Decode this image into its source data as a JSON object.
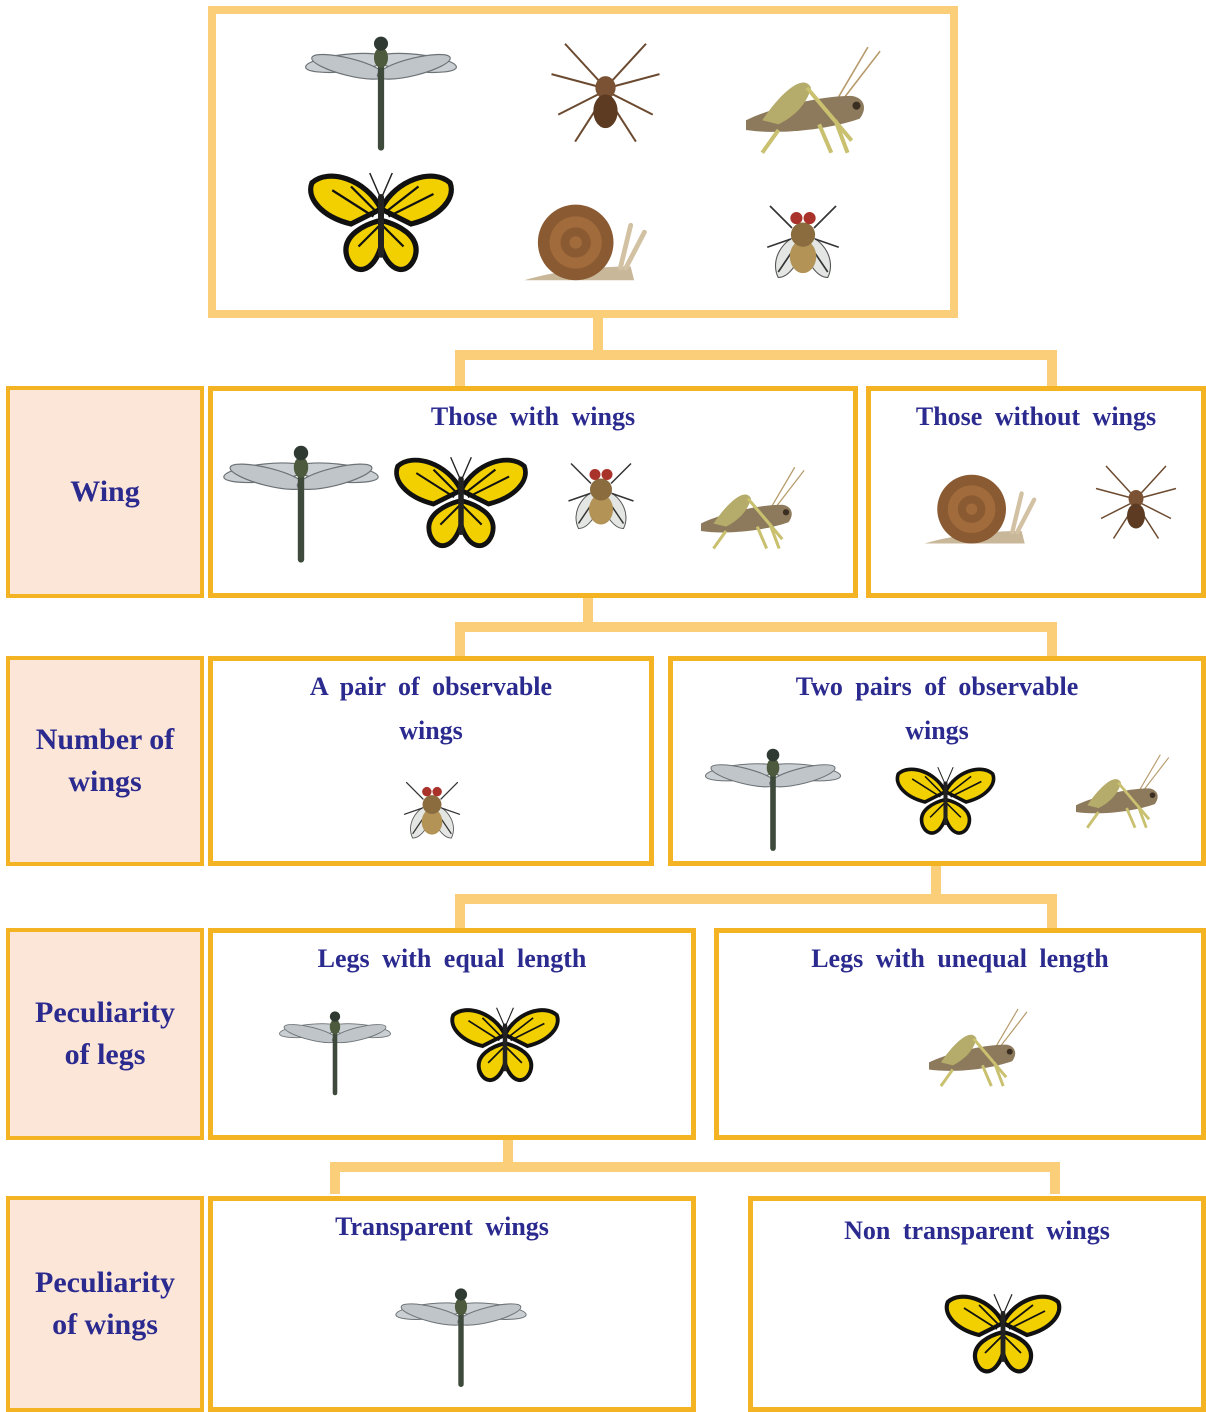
{
  "rows": [
    {
      "label": "Wing",
      "groups": [
        {
          "heading": "Those with wings",
          "items": [
            "dragonfly",
            "butterfly",
            "housefly",
            "grasshopper"
          ]
        },
        {
          "heading": "Those without wings",
          "items": [
            "snail",
            "spider"
          ]
        }
      ]
    },
    {
      "label": "Number of wings",
      "groups": [
        {
          "heading": "A pair of observable wings",
          "items": [
            "housefly"
          ]
        },
        {
          "heading": "Two pairs of observable wings",
          "items": [
            "dragonfly",
            "butterfly",
            "grasshopper"
          ]
        }
      ]
    },
    {
      "label": "Peculiarity of legs",
      "groups": [
        {
          "heading": "Legs with equal length",
          "items": [
            "dragonfly",
            "butterfly"
          ]
        },
        {
          "heading": "Legs with unequal length",
          "items": [
            "grasshopper"
          ]
        }
      ]
    },
    {
      "label": "Peculiarity of wings",
      "groups": [
        {
          "heading": "Transparent wings",
          "items": [
            "dragonfly"
          ]
        },
        {
          "heading": "Non transparent wings",
          "items": [
            "butterfly"
          ]
        }
      ]
    }
  ],
  "top_items": [
    "dragonfly",
    "spider",
    "grasshopper",
    "butterfly",
    "snail",
    "housefly"
  ],
  "colors": {
    "box_border": "#f4b322",
    "connector": "#fbcf7a",
    "label_fill": "#fce6d8",
    "text": "#2b2a8f"
  }
}
